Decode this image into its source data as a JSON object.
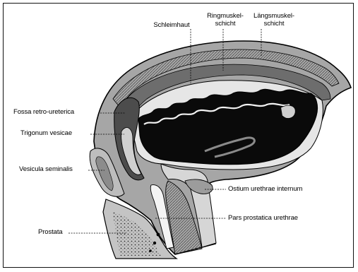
{
  "figure": {
    "top_labels": {
      "mucosa": "Schleimhaut",
      "ring_muscle": "Ringmuskel-\nschicht",
      "longitudinal_muscle": "Längsmuskel-\nschicht"
    },
    "left_labels": {
      "fossa": "Fossa retro-ureterica",
      "trigonum": "Trigonum vesicae",
      "vesicula": "Vesicula seminalis",
      "prostata": "Prostata"
    },
    "right_labels": {
      "ostium": "Ostium urethrae internum",
      "pars": "Pars prostatica urethrae"
    }
  },
  "colors": {
    "ink": "#000000",
    "paper": "#ffffff",
    "wall_grey": "#9a9a9a",
    "light_grey": "#d8d8d8"
  }
}
